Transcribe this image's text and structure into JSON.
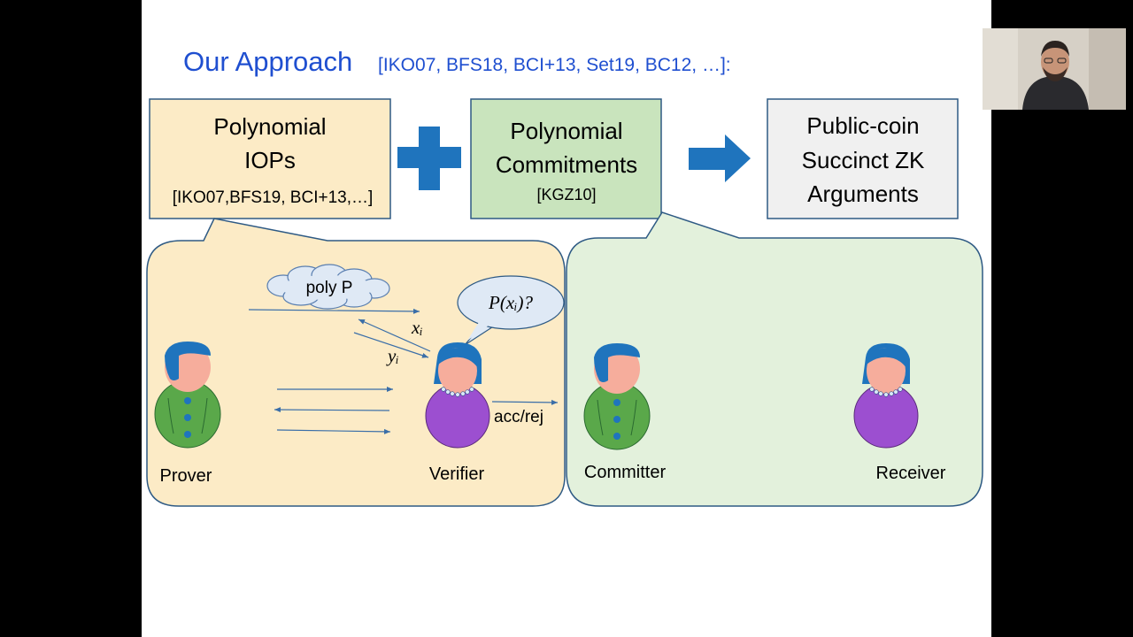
{
  "slide": {
    "title": "Our Approach",
    "title_refs": "[IKO07, BFS18, BCI+13, Set19, BC12, …]:"
  },
  "boxes": {
    "iop": {
      "line1": "Polynomial",
      "line2": "IOPs",
      "refs": "[IKO07,BFS19, BCI+13,…]"
    },
    "commitments": {
      "line1": "Polynomial",
      "line2": "Commitments",
      "refs": "[KGZ10]"
    },
    "result": {
      "line1": "Public-coin",
      "line2": "Succinct ZK",
      "line3": "Arguments"
    }
  },
  "iop_panel": {
    "cloud_label": "poly P",
    "bubble_label": "P(xᵢ)?",
    "xi_label": "xᵢ",
    "yi_label": "yᵢ",
    "decision_label": "acc/rej",
    "prover_label": "Prover",
    "verifier_label": "Verifier"
  },
  "commit_panel": {
    "committer_label": "Committer",
    "receiver_label": "Receiver"
  },
  "colors": {
    "title_blue": "#1f4fd0",
    "iop_fill": "#fcebc6",
    "commit_fill": "#c9e4bd",
    "panel_stroke": "#2e5a84",
    "connector_blue": "#1f74bd",
    "man_shirt": "#5aa84a",
    "woman_shirt": "#9c4fd0",
    "skin": "#f6ad9c",
    "hair": "#1f74bd"
  },
  "webcam": {
    "icon": "webcam-presenter-icon"
  }
}
